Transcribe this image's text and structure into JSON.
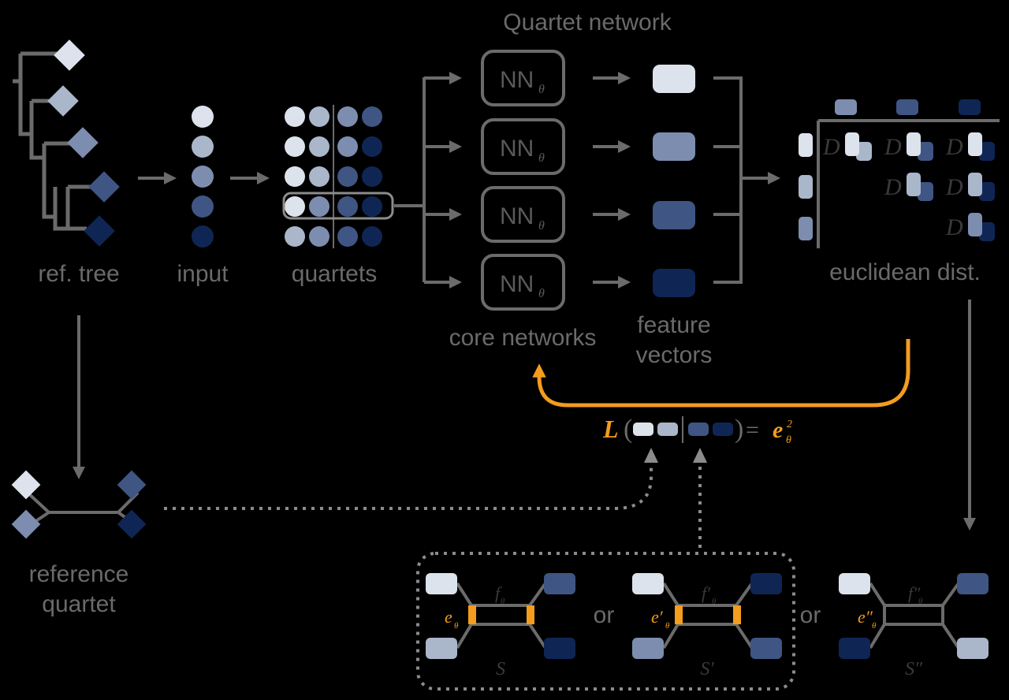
{
  "labels": {
    "title": "Quartet network",
    "ref_tree": "ref. tree",
    "input": "input",
    "quartets": "quartets",
    "core_networks": "core networks",
    "feature": "feature",
    "vectors": "vectors",
    "euclidean": "euclidean dist.",
    "reference": "reference",
    "quartet": "quartet",
    "or1": "or",
    "or2": "or"
  },
  "nn_label": "NN",
  "nn_sub": "θ",
  "dist_symbol": "D",
  "loss": {
    "L": "L",
    "rhs": "e",
    "sub": "θ",
    "sup": "2"
  },
  "topologies": [
    {
      "edge": "e",
      "edge_prime": "",
      "edge_sub": "θ",
      "face": "f",
      "face_prime": "",
      "face_sub": "θ",
      "S": "S"
    },
    {
      "edge": "e",
      "edge_prime": "′",
      "edge_sub": "θ",
      "face": "f",
      "face_prime": "′",
      "face_sub": "θ",
      "S": "S′"
    },
    {
      "edge": "e",
      "edge_prime": "″",
      "edge_sub": "θ",
      "face": "f",
      "face_prime": "″",
      "face_sub": "θ",
      "S": "S″"
    }
  ],
  "colors": {
    "c1": "#dde3ec",
    "c2": "#aab6c9",
    "c3": "#7d8db0",
    "c4": "#3f5583",
    "c5": "#0f2655",
    "accent": "#f39c1e",
    "line": "#6b6b6b",
    "text": "#6a6a6a"
  }
}
